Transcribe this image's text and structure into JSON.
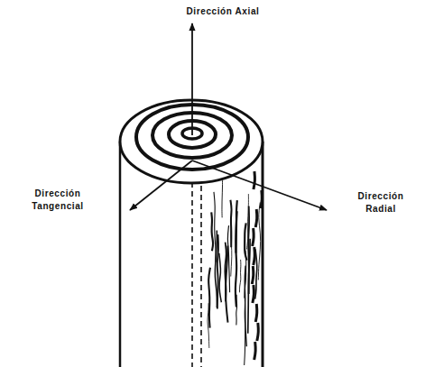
{
  "diagram": {
    "labels": [
      "Dirección Axial",
      "Dirección Tangencial",
      "Dirección Radial"
    ]
  }
}
